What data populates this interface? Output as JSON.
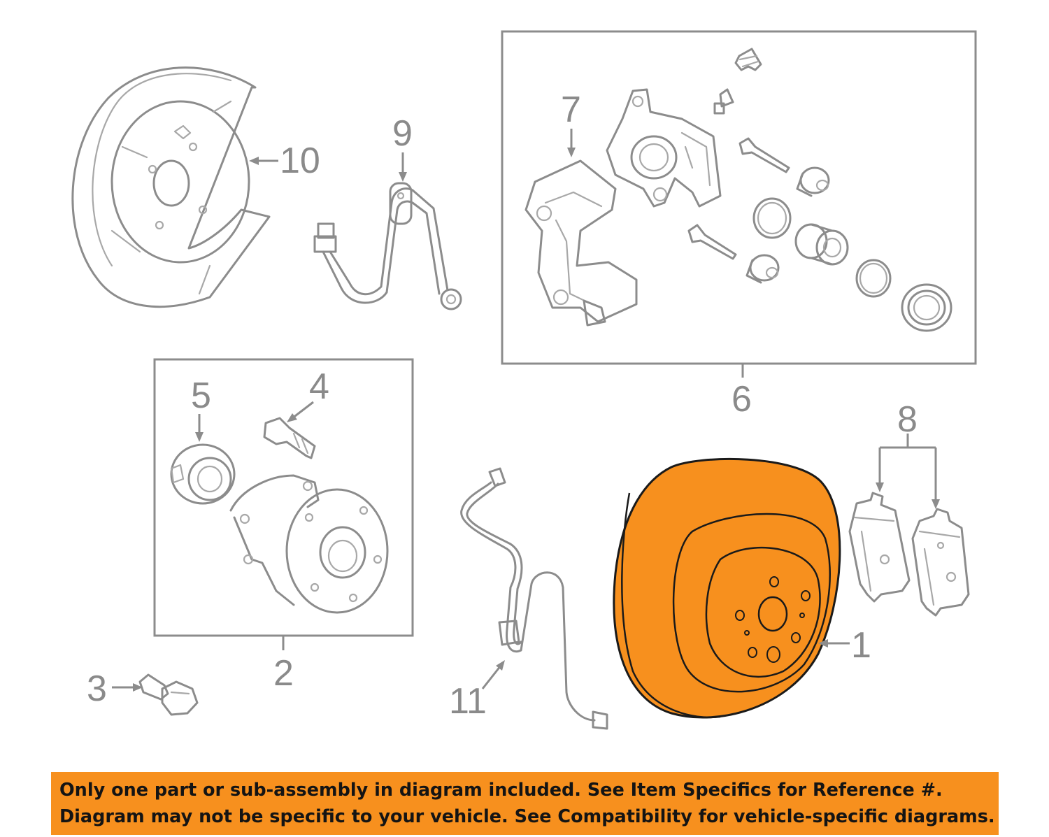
{
  "colors": {
    "highlight": "#f7901e",
    "line": "#8c8c8c",
    "text": "#141414",
    "background": "#ffffff"
  },
  "callouts": [
    {
      "id": "1",
      "label": "1"
    },
    {
      "id": "2",
      "label": "2"
    },
    {
      "id": "3",
      "label": "3"
    },
    {
      "id": "4",
      "label": "4"
    },
    {
      "id": "5",
      "label": "5"
    },
    {
      "id": "6",
      "label": "6"
    },
    {
      "id": "7",
      "label": "7"
    },
    {
      "id": "8",
      "label": "8"
    },
    {
      "id": "9",
      "label": "9"
    },
    {
      "id": "10",
      "label": "10"
    },
    {
      "id": "11",
      "label": "11"
    }
  ],
  "highlighted_part": "1",
  "notice": {
    "line1": "Only one part or sub-assembly in diagram included. See Item Specifics for Reference #.",
    "line2": "Diagram may not be specific to your vehicle. See Compatibility for vehicle-specific diagrams."
  }
}
